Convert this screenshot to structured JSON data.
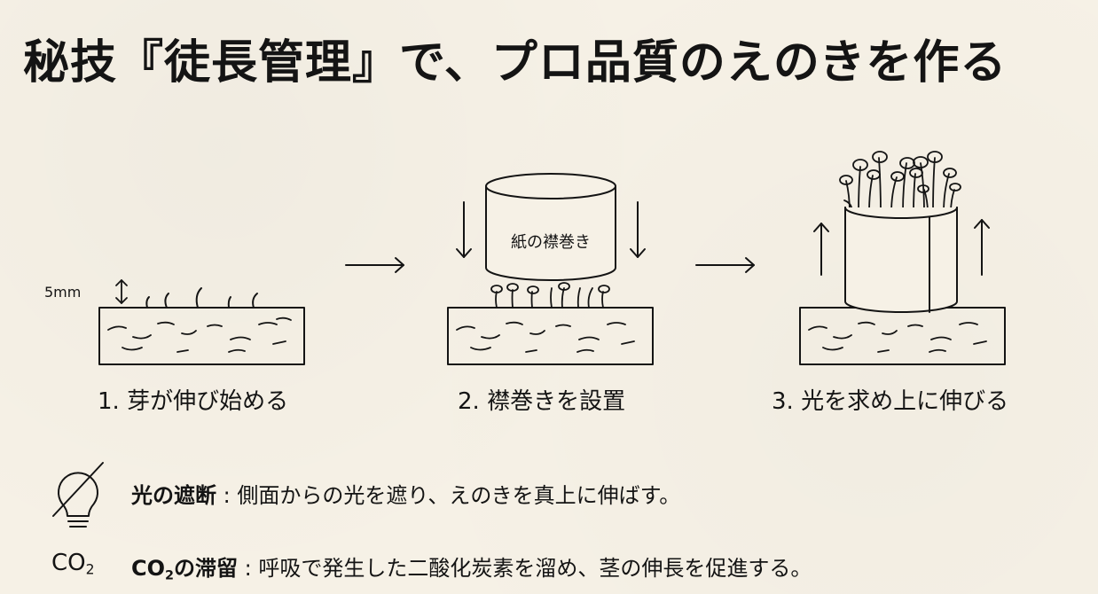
{
  "title": "秘技『徒長管理』で、プロ品質のえのきを作る",
  "steps": [
    {
      "label": "1. 芽が伸び始める"
    },
    {
      "label": "2. 襟巻きを設置"
    },
    {
      "label": "3. 光を求め上に伸びる"
    }
  ],
  "annotations": {
    "height": "5mm",
    "wrap": "紙の襟巻き"
  },
  "notes": [
    {
      "icon": "no-light-icon",
      "heading": "光の遮断",
      "sep": " : ",
      "text": "側面からの光を遮り、えのきを真上に伸ばす。"
    },
    {
      "icon": "co2-icon",
      "heading_main": "CO",
      "heading_sub": "2",
      "heading_rest": "の滞留",
      "sep": " : ",
      "text": "呼吸で発生した二酸化炭素を溜め、茎の伸長を促進する。"
    }
  ],
  "co2_icon": {
    "main": "CO",
    "sub": "2"
  }
}
